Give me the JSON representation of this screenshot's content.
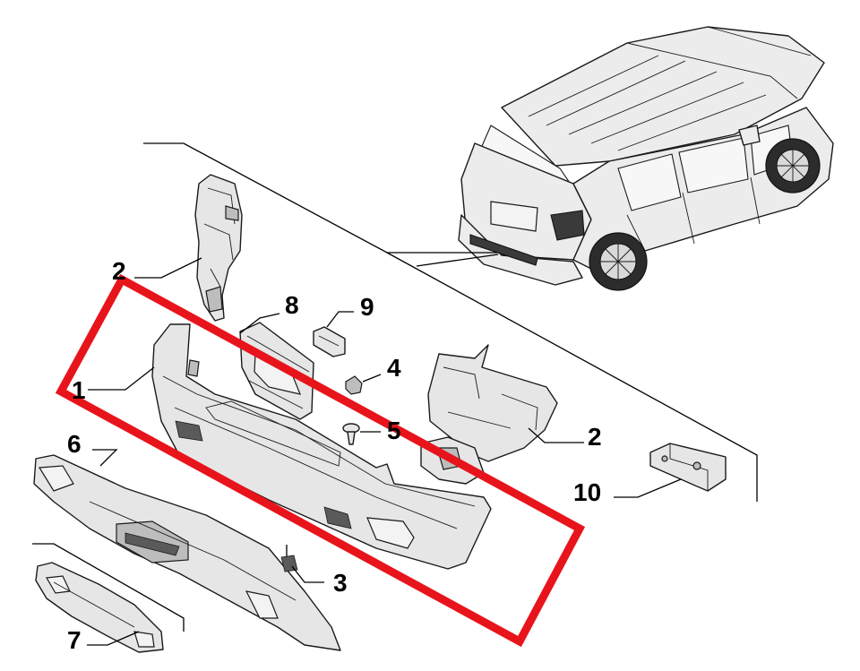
{
  "diagram": {
    "callouts": [
      "1",
      "2",
      "2",
      "3",
      "4",
      "5",
      "6",
      "7",
      "8",
      "9",
      "10"
    ]
  },
  "colors": {
    "highlight": "#e8141b",
    "ink": "#1a1a1a",
    "part_fill": "#e6e6e6"
  },
  "icons": {
    "vehicle": "suv-rear-three-quarter-illustration"
  }
}
